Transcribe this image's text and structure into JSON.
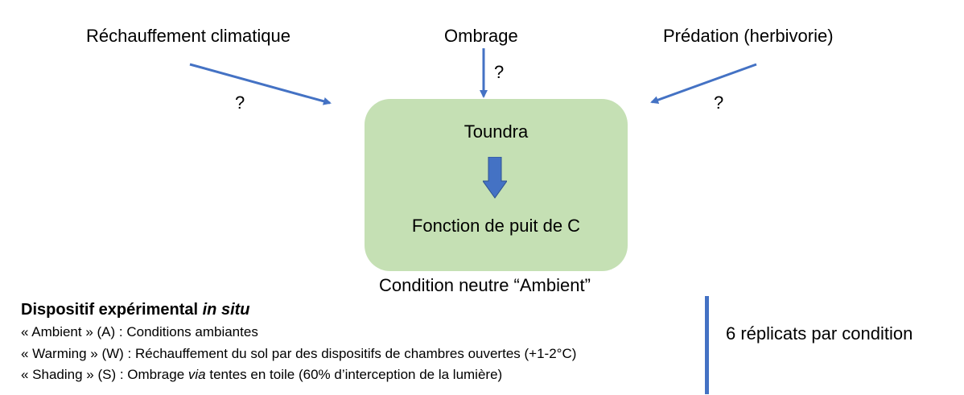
{
  "diagram": {
    "factors": {
      "warming": "Réchauffement climatique",
      "shading": "Ombrage",
      "predation": "Prédation (herbivorie)"
    },
    "unknown_marker": "?",
    "box": {
      "top_label": "Toundra",
      "bottom_label": "Fonction de puit de C"
    },
    "neutral_condition": "Condition neutre “Ambient”",
    "colors": {
      "arrow": "#4472c4",
      "box_fill": "#c5e0b4",
      "divider": "#4472c4"
    }
  },
  "setup": {
    "title_main": "Dispositif expérimental",
    "title_emph": "in situ",
    "ambient": "« Ambient » (A) : Conditions ambiantes",
    "warming": "« Warming » (W) : Réchauffement du sol par des dispositifs de chambres ouvertes (+1-2°C)",
    "shading_prefix": "« Shading » (S) : Ombrage",
    "shading_emph": "via",
    "shading_suffix": "tentes en toile (60% d’interception de la lumière)",
    "replicates": "6 réplicats par condition"
  }
}
